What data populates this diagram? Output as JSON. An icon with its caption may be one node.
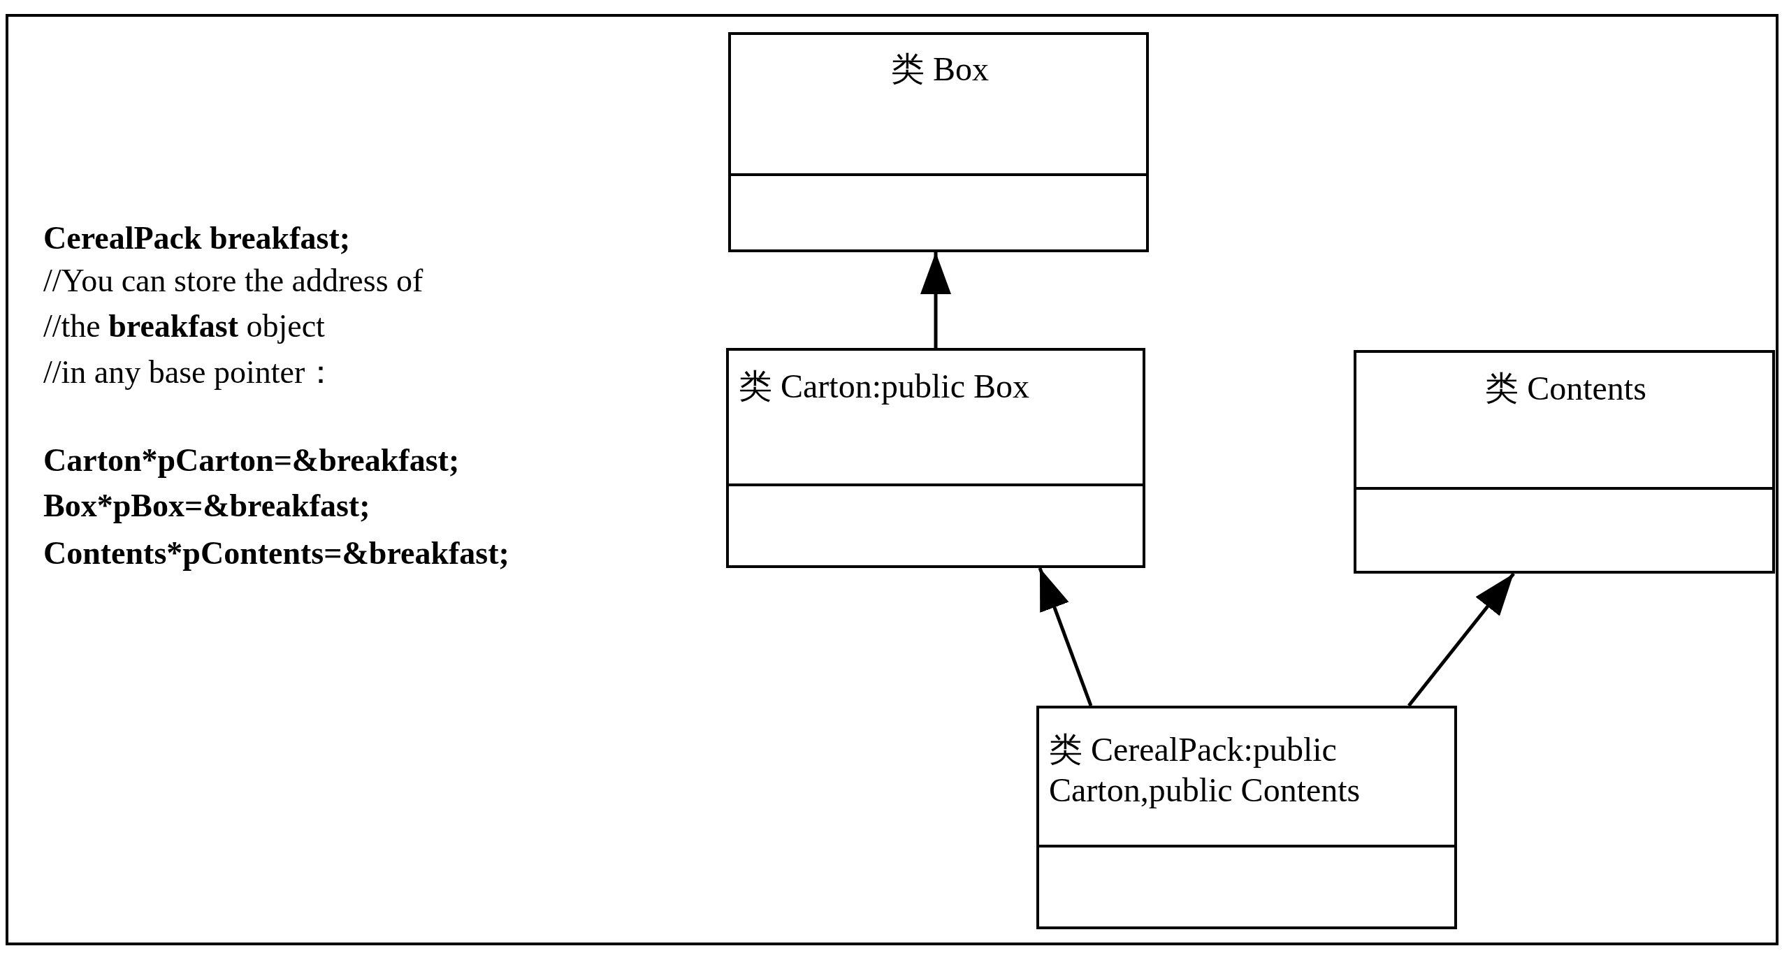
{
  "diagram": {
    "nodes": [
      {
        "text": [
          "类 Box"
        ]
      },
      {
        "text": [
          "类 Carton:public Box"
        ]
      },
      {
        "text": [
          "类 Contents"
        ]
      },
      {
        "text": [
          "类 CerealPack:public Carton,public Contents"
        ]
      }
    ],
    "edges": [
      {
        "from": 1,
        "to": 0,
        "arrow": "to"
      },
      {
        "from": 3,
        "to": 1,
        "arrow": "to"
      },
      {
        "from": 3,
        "to": 2,
        "arrow": "to"
      }
    ],
    "labels": [
      "CerealPack breakfast;",
      "//You can store the address of",
      "//the **breakfast** object",
      "//in any base pointer：",
      "Carton*pCarton=&breakfast;",
      "Box*pBox=&breakfast;",
      "Contents*pContents=&breakfast;"
    ]
  }
}
